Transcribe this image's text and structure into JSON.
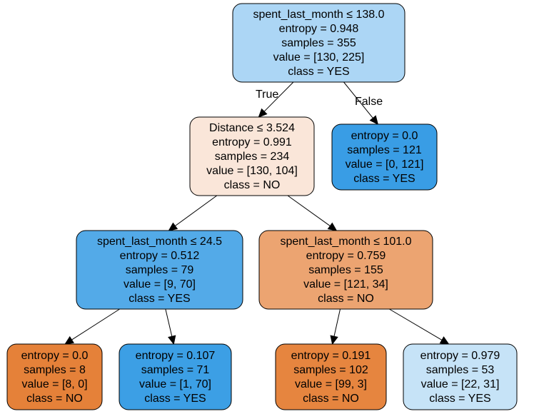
{
  "nodes": [
    {
      "id": "n0",
      "lines": [
        "spent_last_month ≤ 138.0",
        "entropy = 0.948",
        "samples = 355",
        "value = [130, 225]",
        "class = YES"
      ],
      "fill": "#acd6f5"
    },
    {
      "id": "n1",
      "lines": [
        "Distance ≤ 3.524",
        "entropy = 0.991",
        "samples = 234",
        "value = [130, 104]",
        "class = NO"
      ],
      "fill": "#fae6d9"
    },
    {
      "id": "n2",
      "lines": [
        "entropy = 0.0",
        "samples = 121",
        "value = [0, 121]",
        "class = YES"
      ],
      "fill": "#399de5"
    },
    {
      "id": "n3",
      "lines": [
        "spent_last_month ≤ 24.5",
        "entropy = 0.512",
        "samples = 79",
        "value = [9, 70]",
        "class = YES"
      ],
      "fill": "#53aae8"
    },
    {
      "id": "n4",
      "lines": [
        "spent_last_month ≤ 101.0",
        "entropy = 0.759",
        "samples = 155",
        "value = [121, 34]",
        "class = NO"
      ],
      "fill": "#eca471"
    },
    {
      "id": "n5",
      "lines": [
        "entropy = 0.0",
        "samples = 8",
        "value = [8, 0]",
        "class = NO"
      ],
      "fill": "#e58139"
    },
    {
      "id": "n6",
      "lines": [
        "entropy = 0.107",
        "samples = 71",
        "value = [1, 70]",
        "class = YES"
      ],
      "fill": "#3c9fe5"
    },
    {
      "id": "n7",
      "lines": [
        "entropy = 0.191",
        "samples = 102",
        "value = [99, 3]",
        "class = NO"
      ],
      "fill": "#e6853f"
    },
    {
      "id": "n8",
      "lines": [
        "entropy = 0.979",
        "samples = 53",
        "value = [22, 31]",
        "class = YES"
      ],
      "fill": "#c6e3f7"
    }
  ],
  "edges": [
    {
      "from": "n0",
      "to": "n1",
      "label": "True"
    },
    {
      "from": "n0",
      "to": "n2",
      "label": "False"
    },
    {
      "from": "n1",
      "to": "n3",
      "label": ""
    },
    {
      "from": "n1",
      "to": "n4",
      "label": ""
    },
    {
      "from": "n3",
      "to": "n5",
      "label": ""
    },
    {
      "from": "n3",
      "to": "n6",
      "label": ""
    },
    {
      "from": "n4",
      "to": "n7",
      "label": ""
    },
    {
      "from": "n4",
      "to": "n8",
      "label": ""
    }
  ]
}
